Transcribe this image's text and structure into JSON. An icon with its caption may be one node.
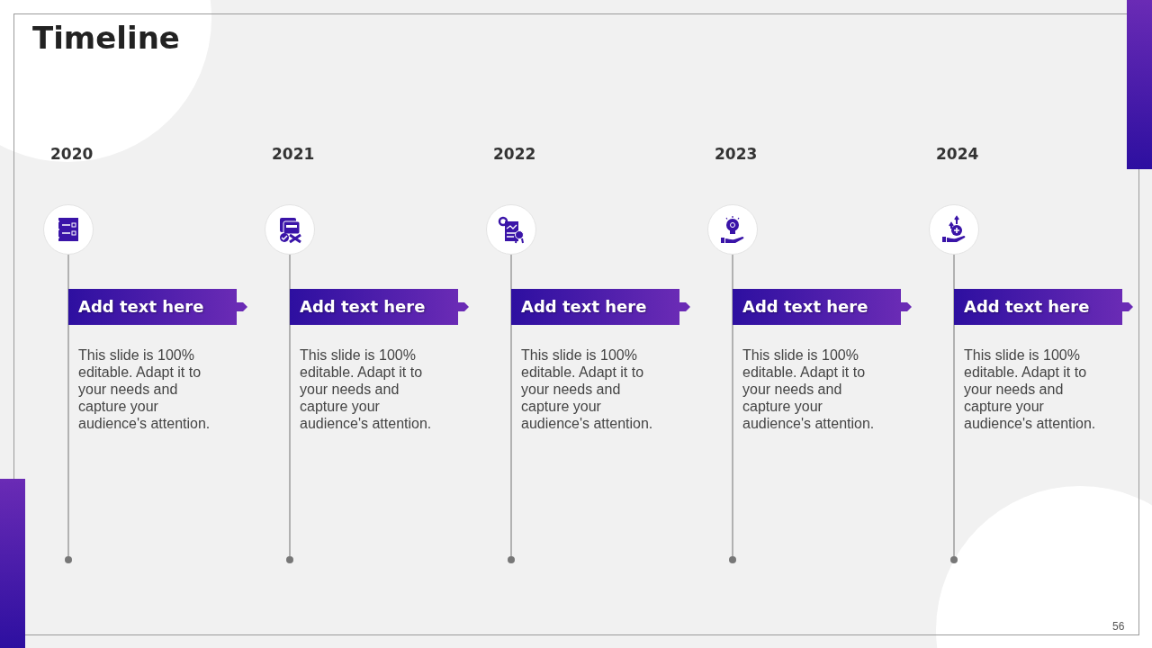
{
  "diagram": {
    "title": "Timeline",
    "nodes": [
      {
        "text": [],
        "shape": "circle",
        "beside": [
          "2020"
        ]
      },
      {
        "text": [
          "Add text here"
        ],
        "beside": [
          "This slide is 100% editable. Adapt it to your needs and capture your audience's attention."
        ]
      },
      {
        "text": [],
        "shape": "circle"
      },
      {
        "text": [],
        "shape": "circle",
        "beside": [
          "2021"
        ]
      },
      {
        "text": [
          "Add text here"
        ],
        "beside": [
          "This slide is 100% editable. Adapt it to your needs and capture your audience's attention."
        ]
      },
      {
        "text": [],
        "shape": "circle"
      },
      {
        "text": [],
        "shape": "circle",
        "beside": [
          "2022"
        ]
      },
      {
        "text": [
          "Add text here"
        ],
        "beside": [
          "This slide is 100% editable. Adapt it to your needs and capture your audience's attention."
        ]
      },
      {
        "text": [],
        "shape": "circle"
      },
      {
        "text": [],
        "shape": "circle",
        "beside": [
          "2023"
        ]
      },
      {
        "text": [
          "Add text here"
        ],
        "beside": [
          "This slide is 100% editable. Adapt it to your needs and capture your audience's attention."
        ]
      },
      {
        "text": [],
        "shape": "circle"
      },
      {
        "text": [],
        "shape": "circle",
        "beside": [
          "2024"
        ]
      },
      {
        "text": [
          "Add text here"
        ],
        "beside": [
          "This slide is 100% editable. Adapt it to your needs and capture your audience's attention."
        ]
      },
      {
        "text": [],
        "shape": "circle"
      }
    ],
    "edges": [
      {
        "from": 0,
        "to": 2,
        "arrow": "none"
      },
      {
        "from": 3,
        "to": 5,
        "arrow": "none"
      },
      {
        "from": 6,
        "to": 8,
        "arrow": "none"
      },
      {
        "from": 9,
        "to": 11,
        "arrow": "none"
      },
      {
        "from": 12,
        "to": 14,
        "arrow": "none"
      }
    ],
    "labels": [
      "56"
    ]
  }
}
